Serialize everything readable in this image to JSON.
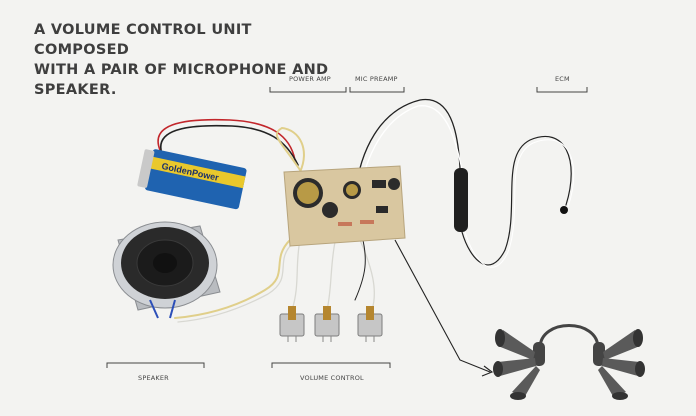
{
  "heading": {
    "lines": [
      "A VOLUME CONTROL UNIT COMPOSED",
      "WITH A PAIR OF MICROPHONE AND",
      "SPEAKER."
    ]
  },
  "labels": {
    "power_amp": "POWER AMP",
    "mic_preamp": "MIC PREAMP",
    "ecm": "ECM",
    "speaker": "SPEAKER",
    "volume_control": "VOLUME CONTROL"
  },
  "battery": {
    "brand": "GoldenPower",
    "colors": {
      "body": "#1f63b0",
      "stripe": "#e9c82c",
      "cap": "#c9c9c9"
    }
  },
  "colors": {
    "background": "#f3f3f1",
    "pcb": "#d9c7a0",
    "wire_red": "#c2262b",
    "wire_black": "#222222",
    "wire_yellow": "#e0cf8a",
    "wire_white": "#ffffff",
    "speaker_cone": "#2a2a2a",
    "speaker_frame": "#b9bcc0",
    "icon_gray": "#5a5a5a",
    "arrow": "#222222"
  },
  "icons": [
    "speaker-icon",
    "battery-icon",
    "microphone-icon",
    "potentiometer-icon",
    "headphones-megaphones-icon"
  ]
}
